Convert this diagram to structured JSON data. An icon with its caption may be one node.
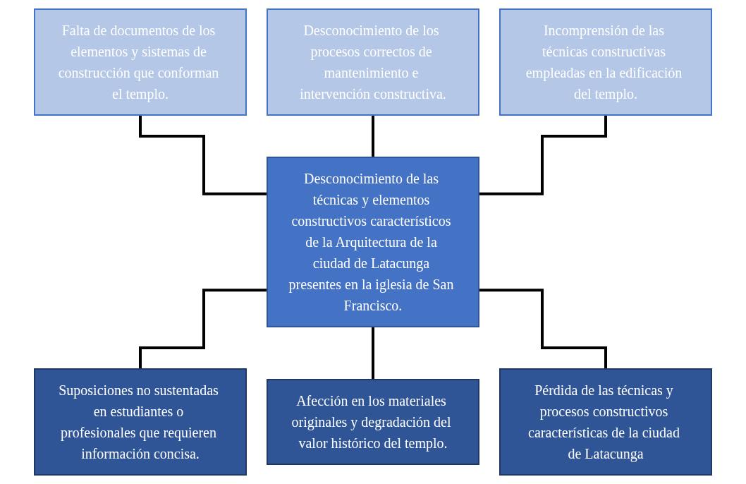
{
  "diagram": {
    "nodes": [
      {
        "text": [
          "Falta de documentos de los elementos y sistemas de construcción que conforman el templo."
        ]
      },
      {
        "text": [
          "Desconocimiento de los procesos correctos de mantenimiento e intervención constructiva."
        ]
      },
      {
        "text": [
          "Incomprensión de las técnicas constructivas empleadas en la edificación del templo."
        ]
      },
      {
        "text": [
          "Desconocimiento de las técnicas y elementos constructivos característicos de la Arquitectura de la ciudad de Latacunga presentes en la iglesia de San Francisco."
        ]
      },
      {
        "text": [
          "Suposiciones no sustentadas en estudiantes o profesionales que requieren información concisa."
        ]
      },
      {
        "text": [
          "Afección en los materiales originales y degradación del valor histórico del templo."
        ]
      },
      {
        "text": [
          "Pérdida de las técnicas y procesos constructivos características de la ciudad de Latacunga"
        ]
      }
    ],
    "edges": [
      {
        "from": 0,
        "to": 3,
        "arrow": "none"
      },
      {
        "from": 1,
        "to": 3,
        "arrow": "none"
      },
      {
        "from": 2,
        "to": 3,
        "arrow": "none"
      },
      {
        "from": 3,
        "to": 4,
        "arrow": "none"
      },
      {
        "from": 3,
        "to": 5,
        "arrow": "none"
      },
      {
        "from": 3,
        "to": 6,
        "arrow": "none"
      }
    ]
  }
}
